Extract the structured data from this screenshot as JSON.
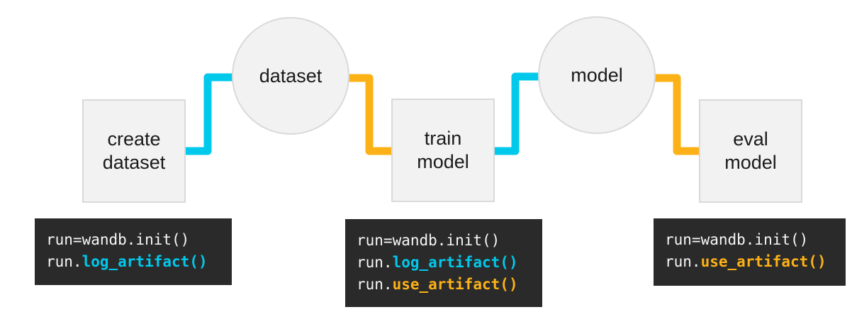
{
  "colors": {
    "cyan": "#00C9EC",
    "gold": "#FCB216",
    "node_fill": "#F2F2F2",
    "node_border": "#D9D9D9",
    "code_bg": "#2A2A2A",
    "code_text": "#F7F7F7",
    "label_text": "#1A1A1A",
    "page_bg": "#FFFFFF"
  },
  "nodes": {
    "create_dataset": {
      "type": "step",
      "line1": "create",
      "line2": "dataset"
    },
    "dataset": {
      "type": "artifact",
      "label": "dataset"
    },
    "train_model": {
      "type": "step",
      "line1": "train",
      "line2": "model"
    },
    "model": {
      "type": "artifact",
      "label": "model"
    },
    "eval_model": {
      "type": "step",
      "line1": "eval",
      "line2": "model"
    }
  },
  "edges": [
    {
      "from": "create_dataset",
      "to": "dataset",
      "color": "cyan"
    },
    {
      "from": "dataset",
      "to": "train_model",
      "color": "gold"
    },
    {
      "from": "train_model",
      "to": "model",
      "color": "cyan"
    },
    {
      "from": "model",
      "to": "eval_model",
      "color": "gold"
    }
  ],
  "code_blocks": [
    {
      "for_node": "create_dataset",
      "lines": [
        {
          "text": "run=wandb.init()"
        },
        {
          "prefix": "run.",
          "call": "log_artifact()",
          "call_color": "cyan"
        }
      ]
    },
    {
      "for_node": "train_model",
      "lines": [
        {
          "text": "run=wandb.init()"
        },
        {
          "prefix": "run.",
          "call": "log_artifact()",
          "call_color": "cyan"
        },
        {
          "prefix": "run.",
          "call": "use_artifact()",
          "call_color": "gold"
        }
      ]
    },
    {
      "for_node": "eval_model",
      "lines": [
        {
          "text": "run=wandb.init()"
        },
        {
          "prefix": "run.",
          "call": "use_artifact()",
          "call_color": "gold"
        }
      ]
    }
  ]
}
